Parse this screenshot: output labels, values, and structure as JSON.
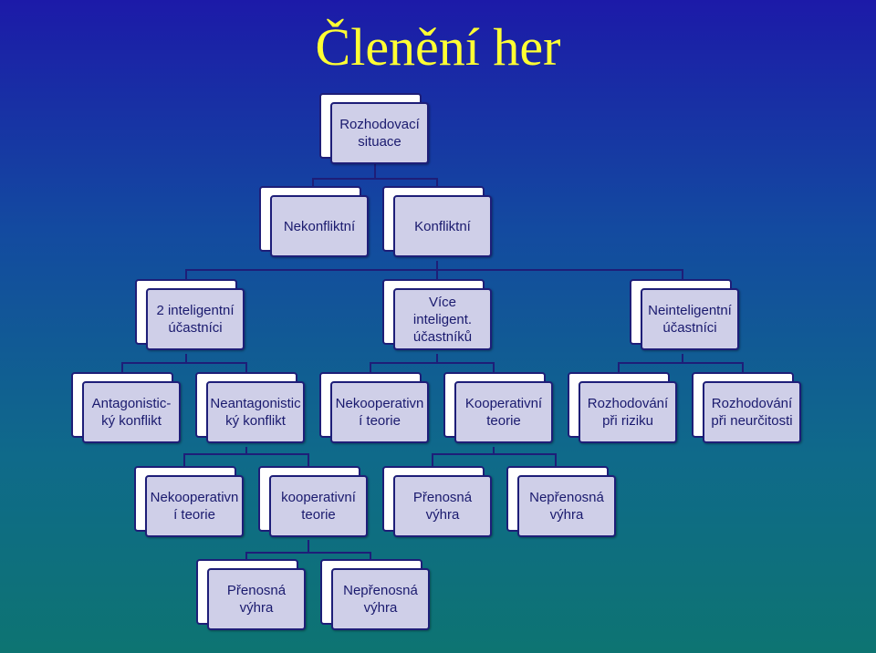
{
  "title": "Členění her",
  "nodes": {
    "rozhodovaci_situace": "Rozhodovací situace",
    "nekonfliktni": "Nekonfliktní",
    "konfliktni": "Konfliktní",
    "dva_inteligentni": "2 inteligentní účastníci",
    "vice_inteligent": "Více inteligent. účastníků",
    "neinteligentni": "Neinteligentní účastníci",
    "antagonisticky": "Antagonistic-ký konflikt",
    "neantagonisticky": "Neantagonistic ký konflikt",
    "nekooperativni_1": "Nekooperativn í teorie",
    "kooperativni_1": "Kooperativní teorie",
    "rozhodovani_riziko": "Rozhodování při riziku",
    "rozhodovani_neurcitost": "Rozhodování při neurčitosti",
    "nekooperativni_2": "Nekooperativn í teorie",
    "kooperativni_2": "kooperativní teorie",
    "prenosna_1": "Přenosná výhra",
    "neprenosna_1": "Nepřenosná výhra",
    "prenosna_2": "Přenosná výhra",
    "neprenosna_2": "Nepřenosná výhra"
  }
}
